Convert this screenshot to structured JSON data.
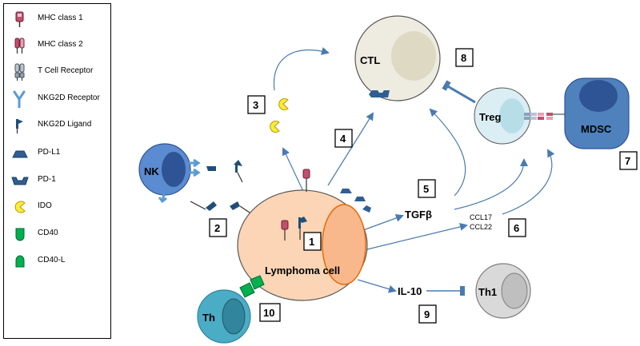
{
  "legend": {
    "items": [
      {
        "label": "MHC class 1",
        "icon": "mhc-class-1-icon"
      },
      {
        "label": "MHC class 2",
        "icon": "mhc-class-2-icon"
      },
      {
        "label": "T Cell Receptor",
        "icon": "t-cell-receptor-icon"
      },
      {
        "label": "NKG2D Receptor",
        "icon": "nkg2d-receptor-icon"
      },
      {
        "label": "NKG2D Ligand",
        "icon": "nkg2d-ligand-icon"
      },
      {
        "label": "PD-L1",
        "icon": "pd-l1-icon"
      },
      {
        "label": "PD-1",
        "icon": "pd-1-icon"
      },
      {
        "label": "IDO",
        "icon": "ido-icon"
      },
      {
        "label": "CD40",
        "icon": "cd40-icon"
      },
      {
        "label": "CD40-L",
        "icon": "cd40-l-icon"
      }
    ]
  },
  "cells": {
    "ctl": "CTL",
    "treg": "Treg",
    "mdsc": "MDSC",
    "nk": "NK",
    "lymphoma": "Lymphoma cell",
    "th": "Th",
    "th1": "Th1"
  },
  "mediators": {
    "tgfb": "TGFβ",
    "ccl17": "CCL17",
    "ccl22": "CCL22",
    "il10": "IL-10"
  },
  "numbers": [
    "1",
    "2",
    "3",
    "4",
    "5",
    "6",
    "7",
    "8",
    "9",
    "10"
  ],
  "colors": {
    "lymphoma_fill": "#fbd5b5",
    "lymphoma_nucleus": "#f9b88c",
    "lymphoma_outline": "#e46c0a",
    "ctl_fill": "#eeece1",
    "treg_fill": "#dbeef4",
    "treg_nucleus": "#b7dde8",
    "mdsc_fill": "#4f81bd",
    "mdsc_nucleus": "#2f5496",
    "nk_fill": "#5b8bd0",
    "th_fill": "#4bacc6",
    "th_nucleus": "#31859c",
    "th1_fill": "#bfbfbf",
    "arrow": "#4a7ab0",
    "ido": "#ffeb3b",
    "cd40": "#00b050"
  }
}
